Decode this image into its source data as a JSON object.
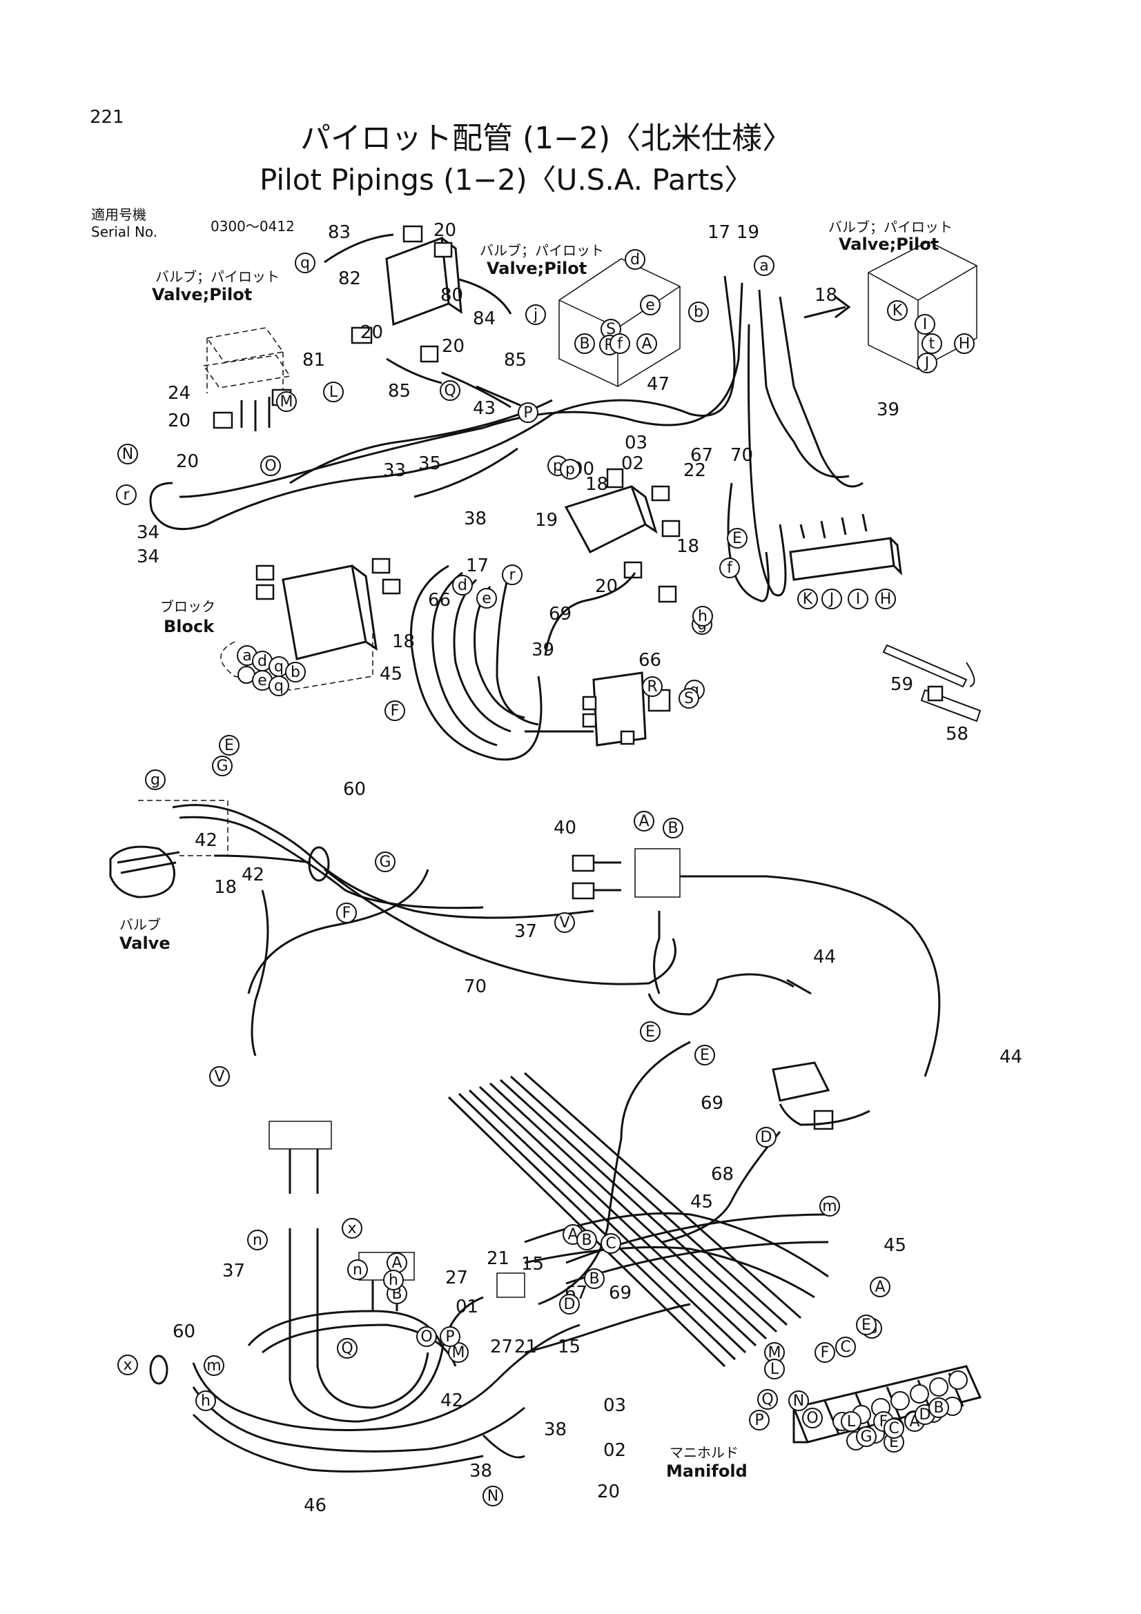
{
  "page": {
    "number": "221",
    "title_jp": "パイロット配管 (1−2)〈北米仕様〉",
    "title_en": "Pilot Pipings (1−2)〈U.S.A. Parts〉",
    "serial_label_jp": "適用号機",
    "serial_label_en": "Serial No.",
    "serial_range": "0300～0412"
  },
  "labels": {
    "valve_pilot_left_jp": "バルブ；パイロット",
    "valve_pilot_left_en": "Valve;Pilot",
    "valve_pilot_mid_jp": "バルブ；パイロット",
    "valve_pilot_mid_en": "Valve;Pilot",
    "valve_pilot_right_jp": "バルブ；パイロット",
    "valve_pilot_right_en": "Valve;Pilot",
    "block_jp": "ブロック",
    "block_en": "Block",
    "valve_jp": "バルブ",
    "valve_en": "Valve",
    "manifold_jp": "マニホルド",
    "manifold_en": "Manifold"
  },
  "part_numbers": [
    "83",
    "20",
    "82",
    "80",
    "84",
    "20",
    "81",
    "20",
    "85",
    "85",
    "24",
    "20",
    "20",
    "33",
    "35",
    "43",
    "47",
    "17",
    "19",
    "18",
    "39",
    "03",
    "02",
    "00",
    "18",
    "67",
    "22",
    "70",
    "34",
    "34",
    "38",
    "19",
    "17",
    "66",
    "18",
    "45",
    "39",
    "69",
    "20",
    "18",
    "66",
    "59",
    "58",
    "60",
    "42",
    "42",
    "18",
    "40",
    "37",
    "70",
    "44",
    "44",
    "69",
    "68",
    "45",
    "45",
    "37",
    "21",
    "15",
    "27",
    "01",
    "67",
    "69",
    "27",
    "21",
    "15",
    "60",
    "42",
    "03",
    "38",
    "02",
    "38",
    "20",
    "46"
  ],
  "callouts": [
    "q",
    "M",
    "L",
    "N",
    "O",
    "r",
    "p",
    "j",
    "P",
    "Q",
    "S",
    "R",
    "B",
    "f",
    "A",
    "d",
    "e",
    "b",
    "a",
    "K",
    "I",
    "t",
    "H",
    "J",
    "K",
    "J",
    "I",
    "H",
    "d",
    "e",
    "g",
    "h",
    "f",
    "E",
    "r",
    "g",
    "R",
    "S",
    "A",
    "B",
    "p",
    "a",
    "d",
    "q",
    "b",
    "e",
    "q",
    "F",
    "g",
    "E",
    "G",
    "G",
    "F",
    "V",
    "V",
    "E",
    "E",
    "D",
    "m",
    "n",
    "x",
    "A",
    "B",
    "C",
    "B",
    "D",
    "A",
    "G",
    "C",
    "E",
    "F",
    "M",
    "L",
    "N",
    "O",
    "P",
    "Q",
    "B",
    "A",
    "h",
    "n",
    "x",
    "h",
    "m",
    "Q",
    "O",
    "M",
    "P",
    "N",
    "L",
    "G",
    "F",
    "E",
    "C",
    "A",
    "D",
    "B"
  ]
}
